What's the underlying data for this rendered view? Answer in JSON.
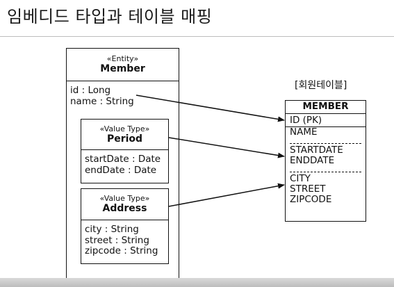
{
  "slide": {
    "title": "임베디드 타입과 테이블 매핑"
  },
  "entity": {
    "stereotype": "«Entity»",
    "name": "Member",
    "fields": [
      "id : Long",
      "name : String"
    ]
  },
  "period": {
    "stereotype": "«Value Type»",
    "name": "Period",
    "fields": [
      "startDate : Date",
      "endDate : Date"
    ]
  },
  "address": {
    "stereotype": "«Value Type»",
    "name": "Address",
    "fields": [
      "city : String",
      "street : String",
      "zipcode : String"
    ]
  },
  "table": {
    "caption": "[회원테이블]",
    "name": "MEMBER",
    "pk": "ID (PK)",
    "groups": [
      [
        "NAME"
      ],
      [
        "STARTDATE",
        "ENDDATE"
      ],
      [
        "CITY",
        "STREET",
        "ZIPCODE"
      ]
    ]
  }
}
